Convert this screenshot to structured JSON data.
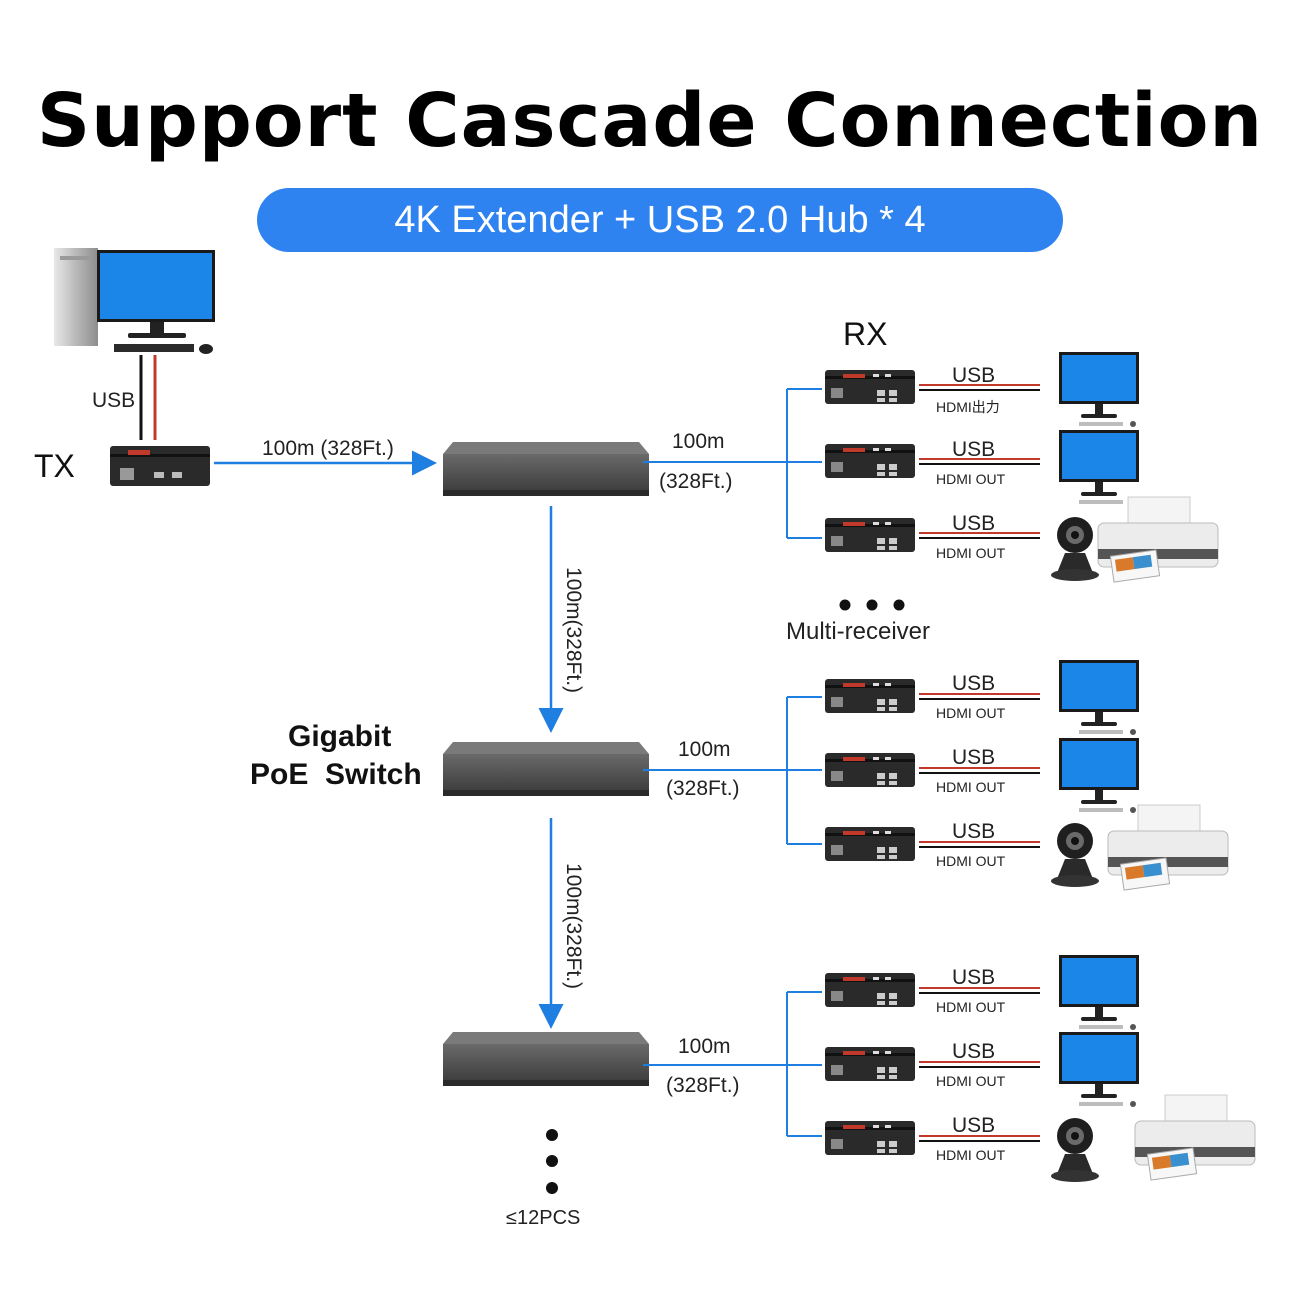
{
  "title": "Support Cascade Connection",
  "subtitle": "4K Extender + USB 2.0 Hub * 4",
  "tx": {
    "label": "TX",
    "usb_label": "USB"
  },
  "rx_label": "RX",
  "link_tx_switch": "100m (328Ft.)",
  "switch_label_line1": "Gigabit",
  "switch_label_line2": "PoE  Switch",
  "multi_receiver": "Multi-receiver",
  "cascade_limit": "≤12PCS",
  "links": [
    {
      "top": "100m",
      "bottom": "(328Ft.)"
    },
    {
      "top": "100m",
      "bottom": "(328Ft.)"
    },
    {
      "top": "100m",
      "bottom": "(328Ft.)"
    }
  ],
  "vertical_link": "100m(328Ft.)",
  "receivers": [
    {
      "usb": "USB",
      "hdmi": "HDMI出力"
    },
    {
      "usb": "USB",
      "hdmi": "HDMI OUT"
    },
    {
      "usb": "USB",
      "hdmi": "HDMI OUT"
    },
    {
      "usb": "USB",
      "hdmi": "HDMI OUT"
    },
    {
      "usb": "USB",
      "hdmi": "HDMI OUT"
    },
    {
      "usb": "USB",
      "hdmi": "HDMI OUT"
    },
    {
      "usb": "USB",
      "hdmi": "HDMI OUT"
    },
    {
      "usb": "USB",
      "hdmi": "HDMI OUT"
    },
    {
      "usb": "USB",
      "hdmi": "HDMI OUT"
    }
  ],
  "colors": {
    "accent": "#2f83f0",
    "line": "#1e7fe0",
    "usb_cable": "#c0392b",
    "device": "#2a2a2a",
    "screen": "#1c86e8"
  }
}
